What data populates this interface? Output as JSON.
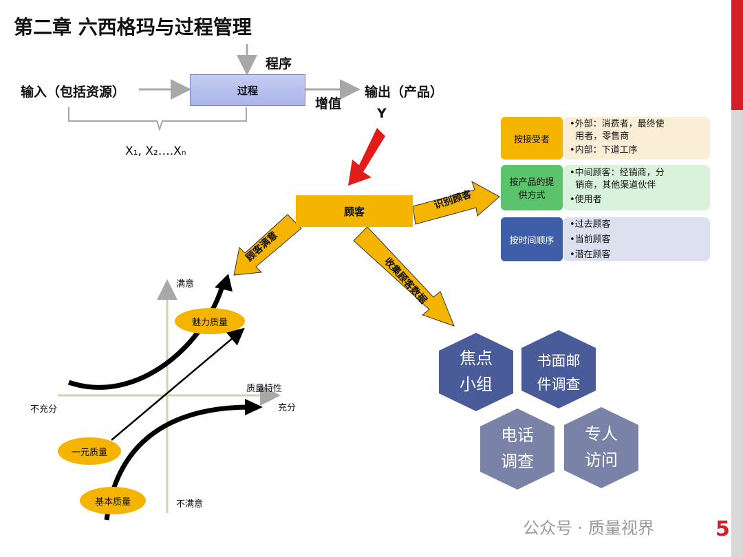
{
  "title": "第二章  六西格玛与过程管理",
  "process_flow": {
    "input": "输入（包括资源）",
    "process": "过程",
    "procedure": "程序",
    "output": "输出（产品）",
    "value_added": "增值",
    "y": "Y",
    "x_vars": "X₁, X₂….Xₙ"
  },
  "customer": "顾客",
  "arrows": {
    "identify": "识别顾客",
    "satisfy": "顾客满意",
    "collect": "收集顾客数据"
  },
  "categories": [
    {
      "label": "按接受者",
      "items": [
        "•外部：消费者，最终使",
        "  用者，零售商",
        "•内部：下道工序"
      ],
      "label_color": "#f5b400",
      "body_color": "#fbeed7"
    },
    {
      "label": "按产品的提供方式",
      "items": [
        "•中间顾客：经销商，分",
        "  销商，其他渠道伙伴",
        "•使用者"
      ],
      "label_color": "#5bc36b",
      "body_color": "#d9f2db"
    },
    {
      "label": "按时间顺序",
      "items": [
        "•过去顾客",
        "•当前顾客",
        "•潜在顾客"
      ],
      "label_color": "#3e5ea8",
      "body_color": "#dde0ee"
    }
  ],
  "kano": {
    "y_top": "满意",
    "y_bottom": "不满意",
    "x_left": "不充分",
    "x_right": "充分",
    "x_axis_title": "质量特性",
    "attractive": "魅力质量",
    "one_dimensional": "一元质量",
    "basic": "基本质量"
  },
  "methods": [
    "焦点小组",
    "书面邮件调查",
    "电话调查",
    "专人访问"
  ],
  "method_lines": [
    [
      "焦点",
      "小组"
    ],
    [
      "书面邮",
      "件调查"
    ],
    [
      "电话",
      "调查"
    ],
    [
      "专人",
      "访问"
    ]
  ],
  "hex_color": "#4a5b9a",
  "hex_color_light": "#7b82a8",
  "watermark": "公众号 · 质量视界",
  "page_number": "5"
}
